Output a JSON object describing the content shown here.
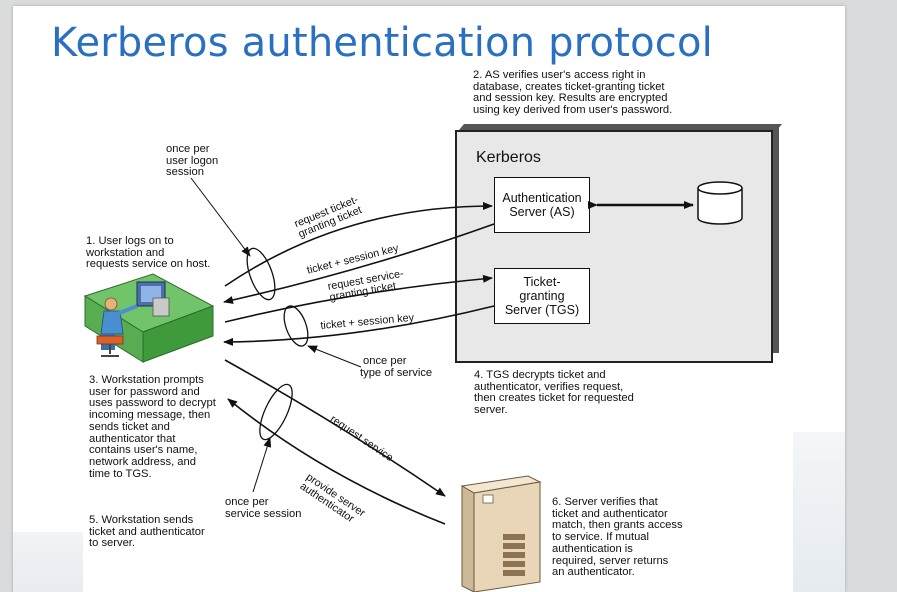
{
  "title": "Kerberos authentication protocol",
  "kerberos_label": "Kerberos",
  "as_server": [
    "Authentication",
    "Server (AS)"
  ],
  "tgs_server": [
    "Ticket-",
    "granting",
    "Server (TGS)"
  ],
  "steps": {
    "step1": [
      "1. User logs on to",
      "workstation and",
      "requests service on host."
    ],
    "step2": [
      "2. AS verifies user's access right in",
      "database, creates ticket-granting ticket",
      "and session key. Results are encrypted",
      "using key derived from user's password."
    ],
    "step3": [
      "3. Workstation prompts",
      "user for password and",
      "uses password to decrypt",
      "incoming message, then",
      "sends ticket and",
      "authenticator that",
      "contains user's name,",
      "network address, and",
      "time to TGS."
    ],
    "step4": [
      "4. TGS decrypts ticket and",
      "authenticator, verifies request,",
      "then creates ticket for requested",
      "server."
    ],
    "step5": [
      "5. Workstation sends",
      "ticket and authenticator",
      "to server."
    ],
    "step6": [
      "6. Server verifies that",
      "ticket and authenticator",
      "match, then grants access",
      "to service. If mutual",
      "authentication is",
      "required, server returns",
      "an authenticator."
    ]
  },
  "notes": {
    "once_per_logon": [
      "once per",
      "user logon",
      "session"
    ],
    "once_per_type": [
      "once per",
      "type of service"
    ],
    "once_per_service": [
      "once per",
      "service session"
    ]
  },
  "arrows": {
    "request_tgt": [
      "request ticket-",
      "granting ticket"
    ],
    "ticket_session_key_1": "ticket + session key",
    "request_service_ticket": [
      "request service-",
      "granting ticket"
    ],
    "ticket_session_key_2": "ticket + session key",
    "request_service": "request service",
    "provide_authenticator": [
      "provide server",
      "authenticator"
    ]
  },
  "colors": {
    "title": "#2a6fc0",
    "kerberos_box": "#e8e8e8",
    "desk": "#5cb85c",
    "server_tower": "#e9d6b8"
  }
}
